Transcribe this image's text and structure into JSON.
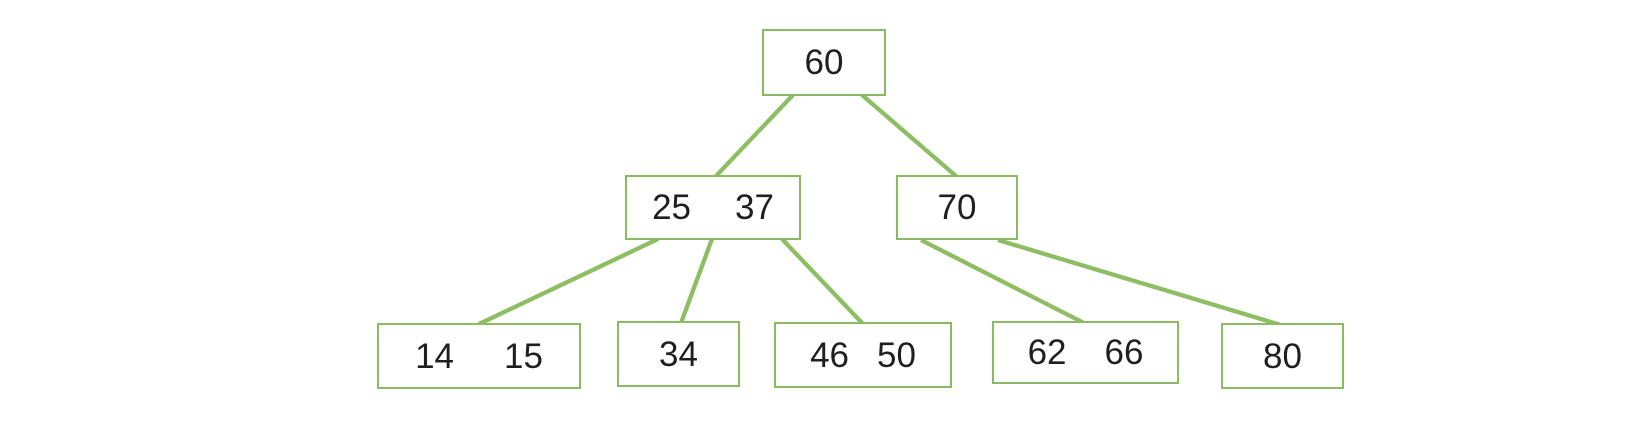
{
  "diagram": {
    "type": "b-tree",
    "nodes": [
      {
        "id": "n60",
        "level": 0,
        "keys": [
          "60"
        ]
      },
      {
        "id": "n25-37",
        "level": 1,
        "keys": [
          "25",
          "37"
        ]
      },
      {
        "id": "n70",
        "level": 1,
        "keys": [
          "70"
        ]
      },
      {
        "id": "n14-15",
        "level": 2,
        "keys": [
          "14",
          "15"
        ]
      },
      {
        "id": "n34",
        "level": 2,
        "keys": [
          "34"
        ]
      },
      {
        "id": "n46-50",
        "level": 2,
        "keys": [
          "46",
          "50"
        ]
      },
      {
        "id": "n62-66",
        "level": 2,
        "keys": [
          "62",
          "66"
        ]
      },
      {
        "id": "n80",
        "level": 2,
        "keys": [
          "80"
        ]
      }
    ],
    "edges": [
      {
        "from": "n60",
        "to": "n25-37"
      },
      {
        "from": "n60",
        "to": "n70"
      },
      {
        "from": "n25-37",
        "to": "n14-15"
      },
      {
        "from": "n25-37",
        "to": "n34"
      },
      {
        "from": "n25-37",
        "to": "n46-50"
      },
      {
        "from": "n70",
        "to": "n62-66"
      },
      {
        "from": "n70",
        "to": "n80"
      }
    ]
  },
  "colors": {
    "node_border": "#8CBA63",
    "edge_line": "#8DBE63",
    "key_text": "#1F1F1F",
    "background": "#FFFFFF"
  }
}
